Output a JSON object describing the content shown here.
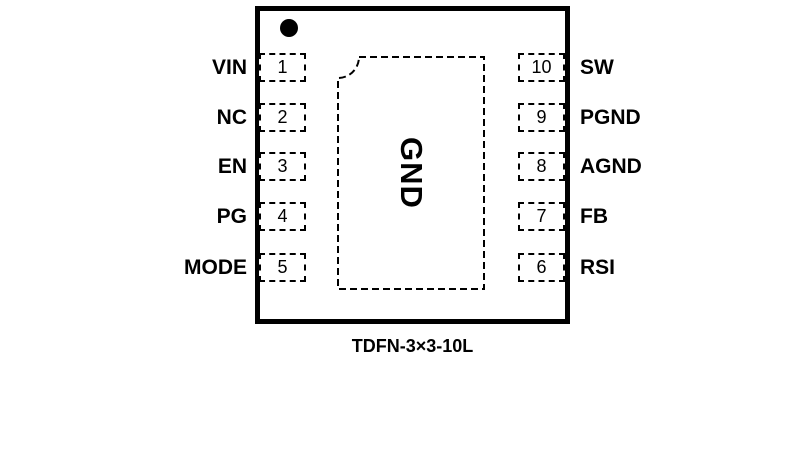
{
  "package": {
    "title": "TDFN-3×3-10L",
    "center_pad_label": "GND"
  },
  "pins": {
    "left": [
      {
        "number": "1",
        "label": "VIN"
      },
      {
        "number": "2",
        "label": "NC"
      },
      {
        "number": "3",
        "label": "EN"
      },
      {
        "number": "4",
        "label": "PG"
      },
      {
        "number": "5",
        "label": "MODE"
      }
    ],
    "right": [
      {
        "number": "10",
        "label": "SW"
      },
      {
        "number": "9",
        "label": "PGND"
      },
      {
        "number": "8",
        "label": "AGND"
      },
      {
        "number": "7",
        "label": "FB"
      },
      {
        "number": "6",
        "label": "RSI"
      }
    ]
  },
  "colors": {
    "line": "#000000",
    "background": "#ffffff"
  }
}
